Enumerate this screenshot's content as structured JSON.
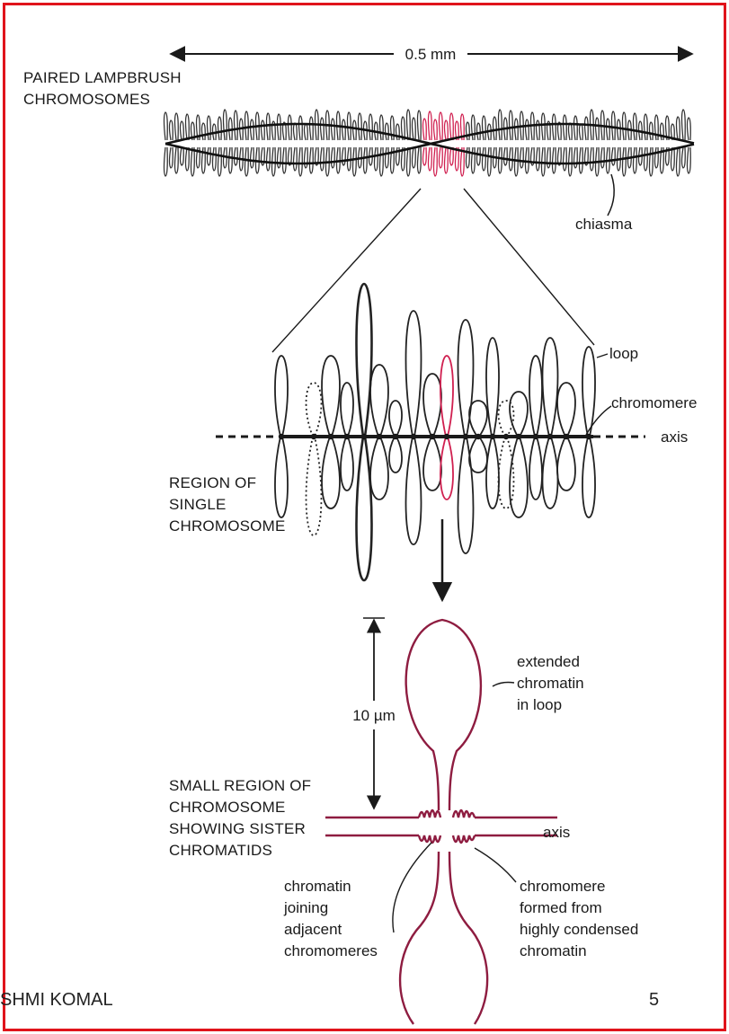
{
  "colors": {
    "frame": "#e0141b",
    "highlight": "#d02050",
    "ink": "#1a1a1a",
    "loop_red": "#8e1c40"
  },
  "scale_label": "0.5 mm",
  "paired": {
    "line1": "PAIRED LAMPBRUSH",
    "line2": "CHROMOSOMES"
  },
  "chiasma": "chiasma",
  "region_single": {
    "line1": "REGION OF",
    "line2": "SINGLE",
    "line3": "CHROMOSOME"
  },
  "loop": "loop",
  "chromomere": "chromomere",
  "axis": "axis",
  "ten_um": "10 µm",
  "extended": {
    "line1": "extended",
    "line2": "chromatin",
    "line3": "in loop"
  },
  "small_region": {
    "line1": "SMALL REGION OF",
    "line2": "CHROMOSOME",
    "line3": "SHOWING SISTER",
    "line4": "CHROMATIDS"
  },
  "axis_lower": "axis",
  "chromatin_joining": {
    "line1": "chromatin",
    "line2": "joining",
    "line3": "adjacent",
    "line4": "chromomeres"
  },
  "chromomere_formed": {
    "line1": "chromomere",
    "line2": "formed from",
    "line3": "highly condensed",
    "line4": "chromatin"
  },
  "footer_name": "SHMI KOMAL",
  "page_number": "5"
}
